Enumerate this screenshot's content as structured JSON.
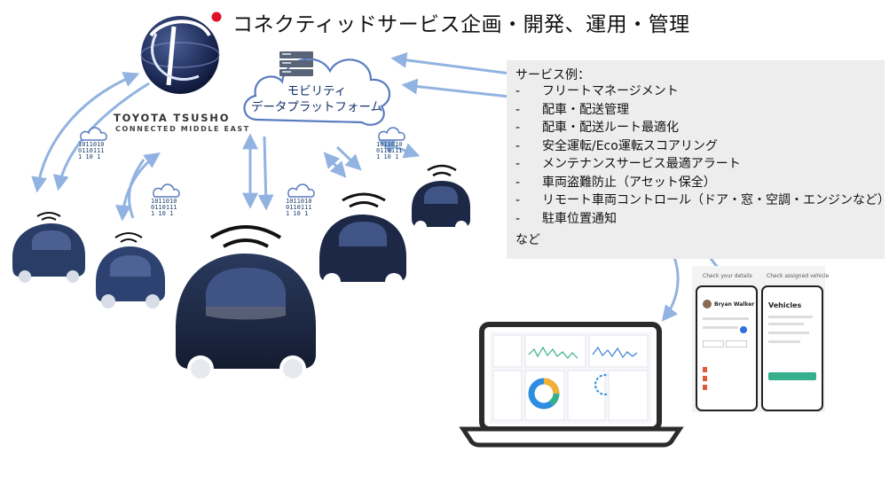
{
  "title": "コネクティッドサービス企画・開発、運用・管理",
  "brand": {
    "line1": "TOYOTA TSUSHO",
    "line2": "CONNECTED MIDDLE EAST"
  },
  "cloud": {
    "line1": "モビリティ",
    "line2": "データプラットフォーム"
  },
  "services": {
    "header": "サービス例：",
    "items": [
      "フリートマネージメント",
      "配車・配送管理",
      "配車・配送ルート最適化",
      "安全運転/Eco運転スコアリング",
      "メンテナンスサービス最適アラート",
      "車両盗難防止（アセット保全）",
      "リモート車両コントロール（ドア・窓・空調・エンジンなど）",
      "駐車位置通知"
    ],
    "footer": "など"
  },
  "binary_icon": {
    "lines": [
      "1011010",
      "0110111",
      "1 10 1"
    ]
  },
  "mobile_app": {
    "screen1_header": "Check your details",
    "screen2_header": "Check assigned vehicle",
    "user_name": "Bryan Walker",
    "vehicles_title": "Vehicles"
  },
  "colors": {
    "arrow": "#7fa6dc",
    "car_body": "#1e2c4a",
    "car_window": "#3d5080",
    "cloud_outline": "#5a7cc0",
    "panel_bg": "#ededed",
    "donut": "#2d8de0"
  }
}
